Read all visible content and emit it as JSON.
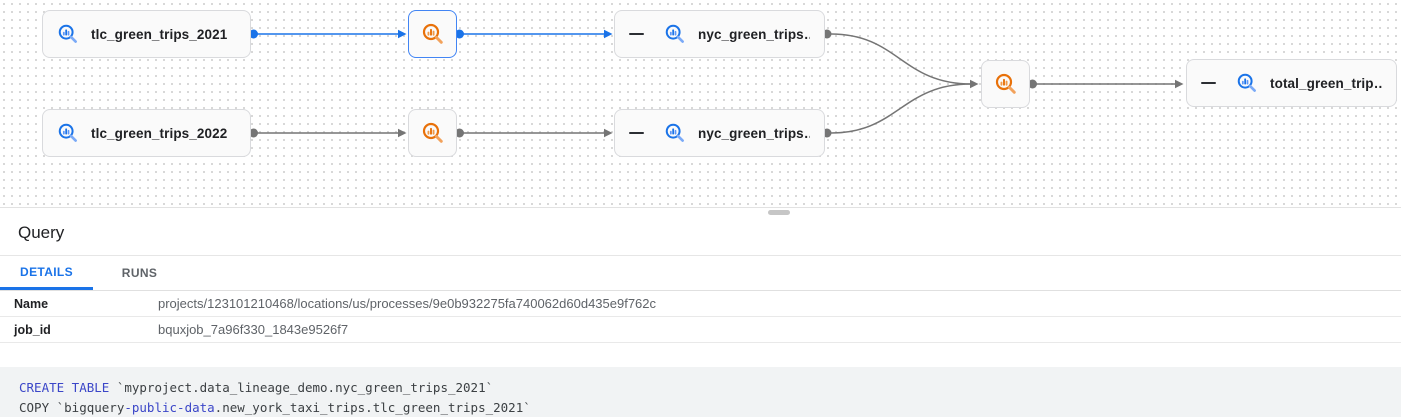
{
  "lineage_graph": {
    "nodes": [
      {
        "label": "tlc_green_trips_2021",
        "type": "table",
        "icon": "bigquery-icon",
        "selected": false
      },
      {
        "label": "",
        "type": "process",
        "icon": "bigquery-icon",
        "selected": true
      },
      {
        "label": "nyc_green_trips…",
        "type": "table",
        "icon": "bigquery-icon",
        "collapse_icon": "minus-icon",
        "selected": false
      },
      {
        "label": "tlc_green_trips_2022",
        "type": "table",
        "icon": "bigquery-icon",
        "selected": false
      },
      {
        "label": "",
        "type": "process",
        "icon": "bigquery-icon",
        "selected": false
      },
      {
        "label": "nyc_green_trips…",
        "type": "table",
        "icon": "bigquery-icon",
        "collapse_icon": "minus-icon",
        "selected": false
      },
      {
        "label": "",
        "type": "process",
        "icon": "bigquery-icon",
        "selected": false
      },
      {
        "label": "total_green_trip…",
        "type": "table",
        "icon": "bigquery-icon",
        "collapse_icon": "minus-icon",
        "selected": false
      }
    ],
    "colors": {
      "selected_edge": "#1a73e8",
      "edge": "#757575",
      "table_icon": "#1a73e8",
      "process_icon": "#e8710a",
      "selected_border": "#4285f4"
    }
  },
  "query_panel": {
    "title": "Query",
    "tabs": [
      {
        "label": "DETAILS",
        "active": true
      },
      {
        "label": "RUNS",
        "active": false
      }
    ],
    "details": [
      {
        "label": "Name",
        "value": "projects/123101210468/locations/us/processes/9e0b932275fa740062d60d435e9f762c"
      },
      {
        "label": "job_id",
        "value": "bquxjob_7a96f330_1843e9526f7"
      }
    ]
  },
  "sql": {
    "lines": [
      [
        {
          "c": "kwd",
          "t": "CREATE TABLE"
        },
        {
          "c": "pln",
          "t": " `myproject.data_lineage_demo.nyc_green_trips_2021`"
        }
      ],
      [
        {
          "c": "pln",
          "t": "COPY `bigquery"
        },
        {
          "c": "kwd",
          "t": "-public-data"
        },
        {
          "c": "pln",
          "t": ".new_york_taxi_trips.tlc_green_trips_2021`"
        }
      ]
    ],
    "keyword_color": "#3b46c8",
    "text_color": "#3c4043",
    "background": "#f1f3f4"
  }
}
